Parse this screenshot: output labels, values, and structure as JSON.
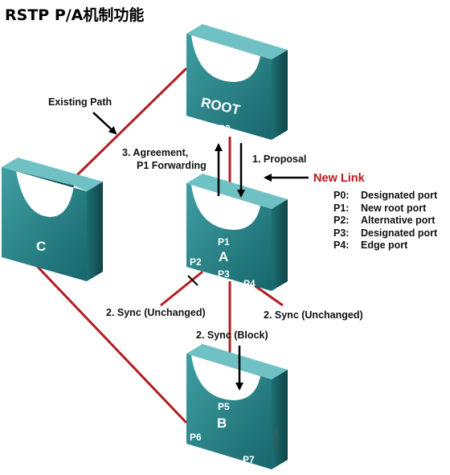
{
  "title": "RSTP P/A机制功能",
  "switches": {
    "root": {
      "name": "ROOT",
      "port": "P0"
    },
    "a": {
      "name": "A",
      "ports": [
        "P1",
        "P2",
        "P3",
        "P4"
      ]
    },
    "b": {
      "name": "B",
      "ports": [
        "P5",
        "P6",
        "P7"
      ]
    },
    "c": {
      "name": "C"
    }
  },
  "labels": {
    "existing_path": "Existing Path",
    "proposal": "1. Proposal",
    "agreement_line1": "3. Agreement,",
    "agreement_line2": "P1 Forwarding",
    "new_link": "New Link",
    "sync_unchanged_left": "2. Sync (Unchanged)",
    "sync_unchanged_right": "2. Sync (Unchanged)",
    "sync_block": "2. Sync (Block)",
    "figure_id": "310P_031"
  },
  "legend": [
    {
      "port": "P0:",
      "role": "Designated port"
    },
    {
      "port": "P1:",
      "role": "New root port"
    },
    {
      "port": "P2:",
      "role": "Alternative port"
    },
    {
      "port": "P3:",
      "role": "Designated port"
    },
    {
      "port": "P4:",
      "role": "Edge port"
    }
  ],
  "colors": {
    "switch_face": "#1f7b80",
    "switch_side": "#135458",
    "switch_top": "#5fb4b6",
    "link": "#b01e23",
    "new_link_text": "#c0151b"
  }
}
